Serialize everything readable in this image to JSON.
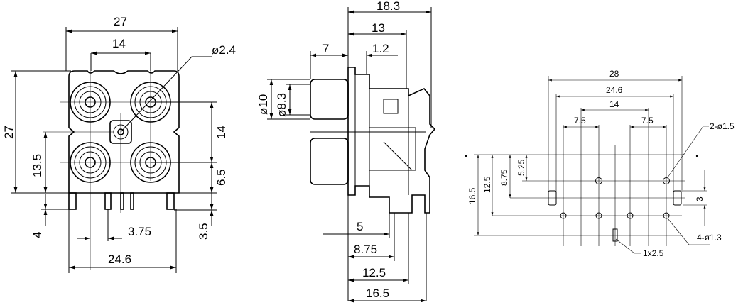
{
  "front_view": {
    "width_overall": "27",
    "jack_pitch_h": "14",
    "center_hole_dia": "ø2.4",
    "height_overall": "27",
    "center_height": "13.5",
    "jack_pitch_v": "14",
    "lower_jack_height": "6.5",
    "pin_length": "4",
    "pin_offset": "3.75",
    "pin_length_right": "3.5",
    "pin_span": "24.6"
  },
  "side_view": {
    "depth_overall": "18.3",
    "depth_body": "13",
    "barrel_length": "7",
    "flange": "1.2",
    "barrel_dia": "ø10",
    "barrel_inner_dia": "ø8.3",
    "pin_row_1": "5",
    "pin_row_2": "8.75",
    "pin_row_3": "12.5",
    "pin_row_4": "16.5"
  },
  "pcb_layout": {
    "width_overall": "28",
    "tab_span": "24.6",
    "inner_span": "14",
    "left_pitch": "7.5",
    "right_pitch": "7.5",
    "large_holes": "2-ø1.5",
    "row_1": "5.25",
    "row_2": "8.75",
    "row_3": "12.5",
    "row_4": "16.5",
    "tab_height": "3",
    "small_holes": "4-ø1.3",
    "slot": "1x2.5"
  }
}
